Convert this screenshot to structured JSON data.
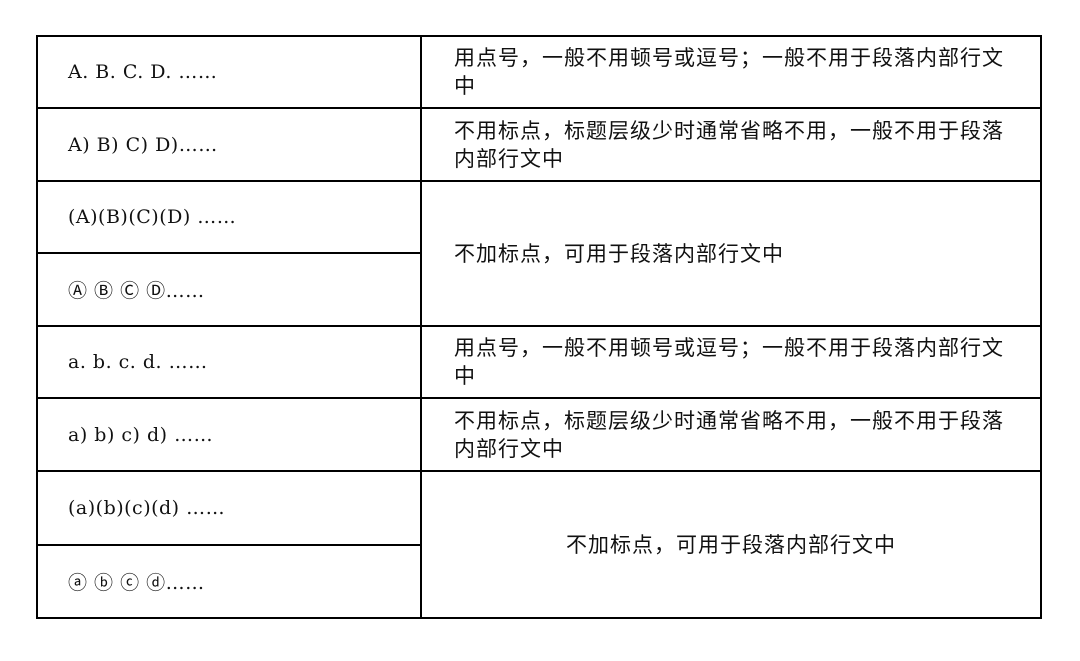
{
  "table": {
    "rows": [
      {
        "left": "A. B.  C. D. ……",
        "right": "用点号，一般不用顿号或逗号；一般不用于段落内部行文中"
      },
      {
        "left": "A)   B)  C)   D)……",
        "right": "不用标点，标题层级少时通常省略不用，一般不用于段落内部行文中"
      },
      {
        "left": "(A)(B)(C)(D)  ……",
        "right": "不加标点，可用于段落内部行文中"
      },
      {
        "left": "Ⓐ  Ⓑ  Ⓒ  Ⓓ……"
      },
      {
        "left": "a. b. c. d.  ……",
        "right": "用点号，一般不用顿号或逗号；一般不用于段落内部行文中"
      },
      {
        "left": "a)   b)   c)   d)  ……",
        "right": "不用标点，标题层级少时通常省略不用，一般不用于段落内部行文中"
      },
      {
        "left": "(a)(b)(c)(d)    ……",
        "right": "不加标点，可用于段落内部行文中"
      },
      {
        "left": "ⓐ  ⓑ  ⓒ  ⓓ……"
      }
    ]
  }
}
